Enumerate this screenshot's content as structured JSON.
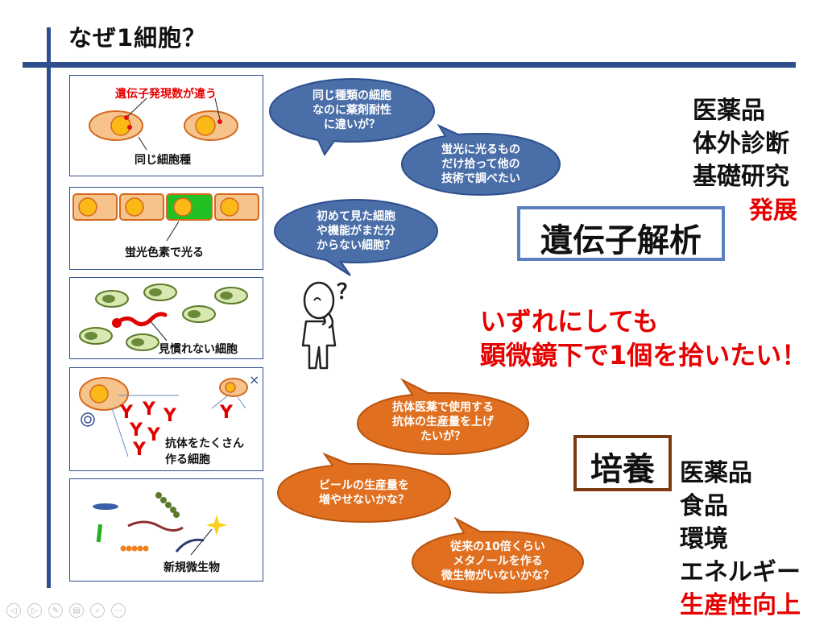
{
  "slide": {
    "title": "なぜ1細胞？"
  },
  "panels": {
    "p1_label_top": "遺伝子発現数が違う",
    "p1_label_bottom": "同じ細胞種",
    "p2_label": "蛍光色素で光る",
    "p3_label": "見慣れない細胞",
    "p4_label_line1": "抗体をたくさん",
    "p4_label_line2": "作る細胞",
    "p5_label": "新規微生物"
  },
  "blue_bubbles": [
    "同じ種類の細胞\nなのに薬剤耐性\nに違いが？",
    "蛍光に光るもの\nだけ拾って他の\n技術で調べたい",
    "初めて見た細胞\nや機能がまだ分\nからない細胞？"
  ],
  "orange_bubbles": [
    "抗体医薬で使用する\n抗体の生産量を上げ\nたいが？",
    "ビールの生産量を\n増やせないかな？",
    "従来の10倍くらい\nメタノールを作る\n微生物がいないかな？"
  ],
  "right_top": {
    "items": [
      "医薬品",
      "体外診断",
      "基礎研究"
    ],
    "highlight": "発展",
    "box_label": "遺伝子解析"
  },
  "center_message": {
    "line1": "いずれにしても",
    "line2": "顕微鏡下で1個を拾いたい！"
  },
  "right_bottom": {
    "box_label": "培養",
    "items": [
      "医薬品",
      "食品",
      "環境",
      "エネルギー"
    ],
    "highlight": "生産性向上"
  },
  "thinking_figure": {
    "mark": "？"
  },
  "colors": {
    "accent_blue": "#2e4f8e",
    "bubble_blue": "#4a6ea8",
    "bubble_orange": "#e07020",
    "red": "#e60000",
    "culture_border": "#7a3b10"
  }
}
